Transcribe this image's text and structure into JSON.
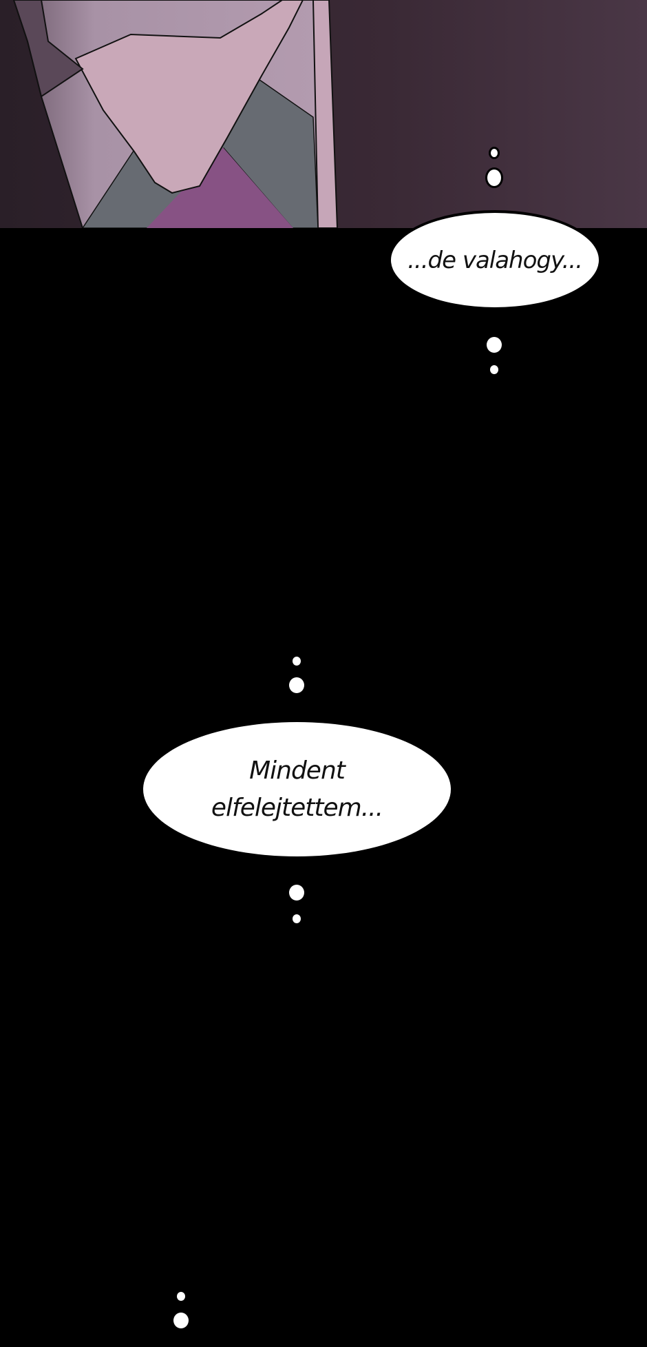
{
  "bubbles": [
    {
      "text": "...de valahogy..."
    },
    {
      "lines": [
        "Mindent",
        "elfelejtettem..."
      ]
    }
  ],
  "colors": {
    "background": "#000000",
    "panel_bg": "#3b2a37",
    "shirt": "#b49cb0",
    "skin": "#c9a8b8",
    "grey": "#676b72",
    "purple": "#875284"
  }
}
